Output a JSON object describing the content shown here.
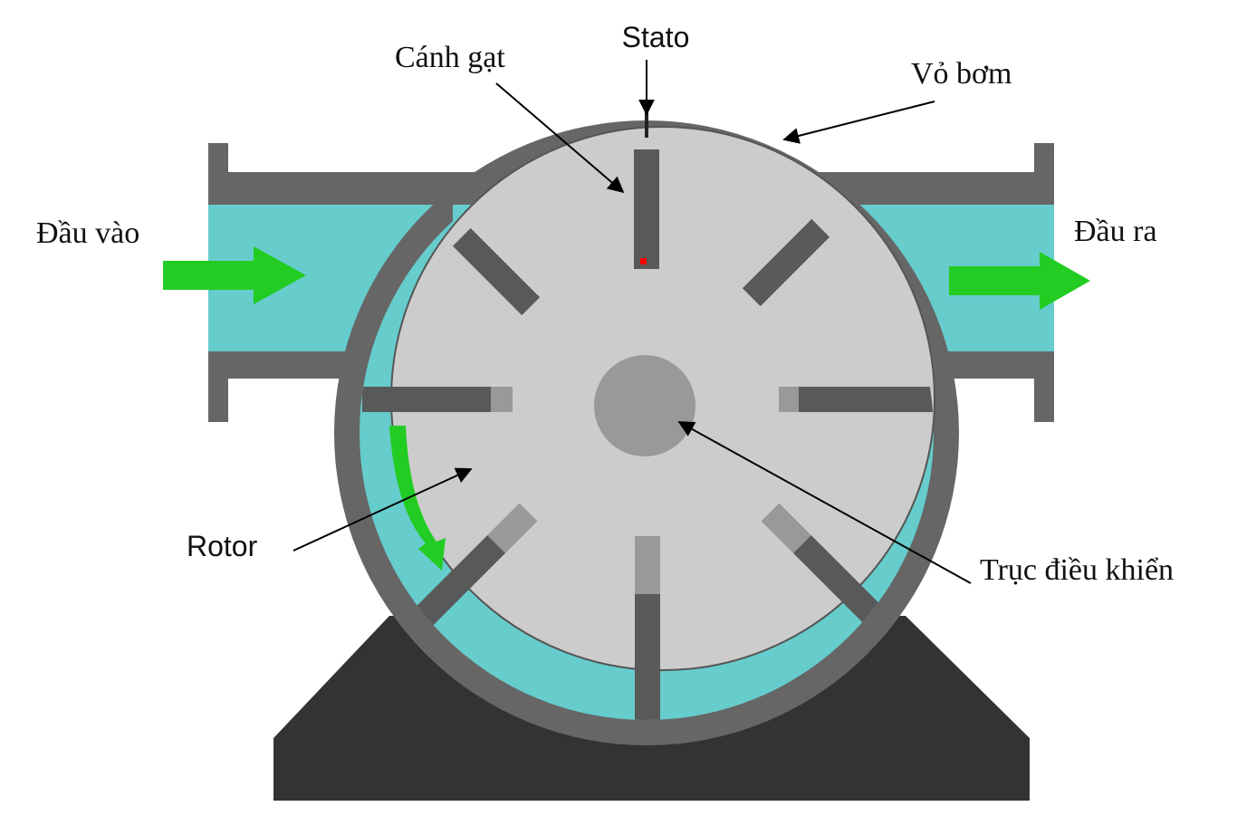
{
  "labels": {
    "stato": "Stato",
    "canh_gat": "Cánh gạt",
    "vo_bom": "Vỏ bơm",
    "dau_vao": "Đầu vào",
    "dau_ra": "Đầu ra",
    "rotor": "Rotor",
    "truc_dieu_khien": "Trục điều khiển"
  },
  "colors": {
    "fluid": "#66cccc",
    "casing": "#666666",
    "rotor": "#cccccc",
    "vane": "#595959",
    "vane_tip": "#999999",
    "shaft": "#999999",
    "base": "#333333",
    "flow_arrow": "#22cc22",
    "marker": "#ff0000"
  }
}
